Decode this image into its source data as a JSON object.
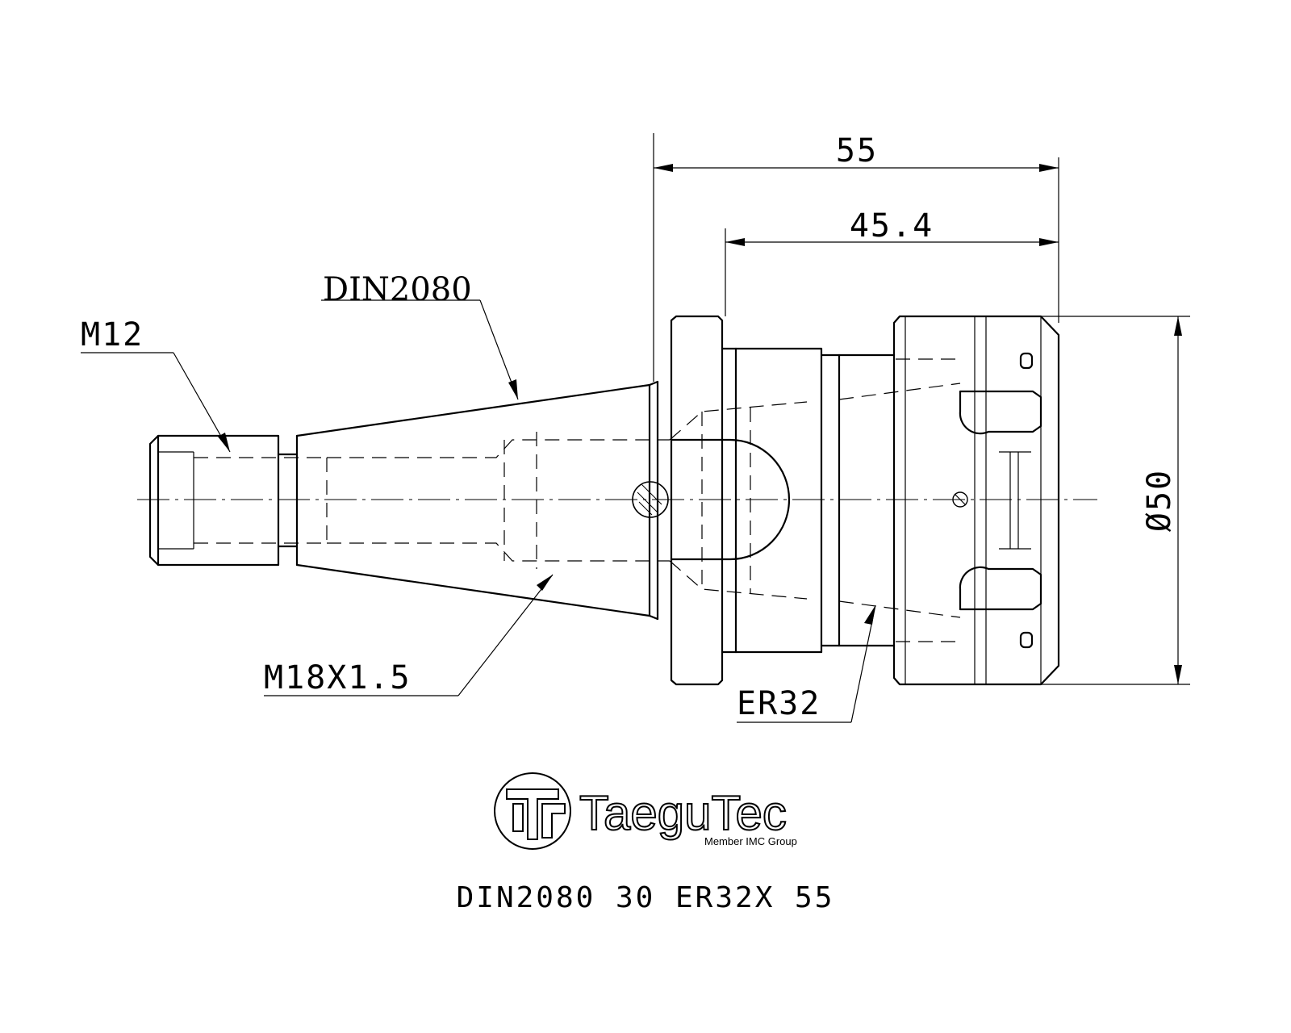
{
  "dimensions": {
    "overall_length": "55",
    "body_length": "45.4",
    "diameter": "Ø50"
  },
  "callouts": {
    "taper": "DIN2080",
    "thread_drawbar": "M12",
    "thread_internal": "M18X1.5",
    "collet": "ER32"
  },
  "logo": {
    "brand": "TaeguTec",
    "tagline": "Member IMC Group"
  },
  "caption": "DIN2080 30 ER32X 55"
}
